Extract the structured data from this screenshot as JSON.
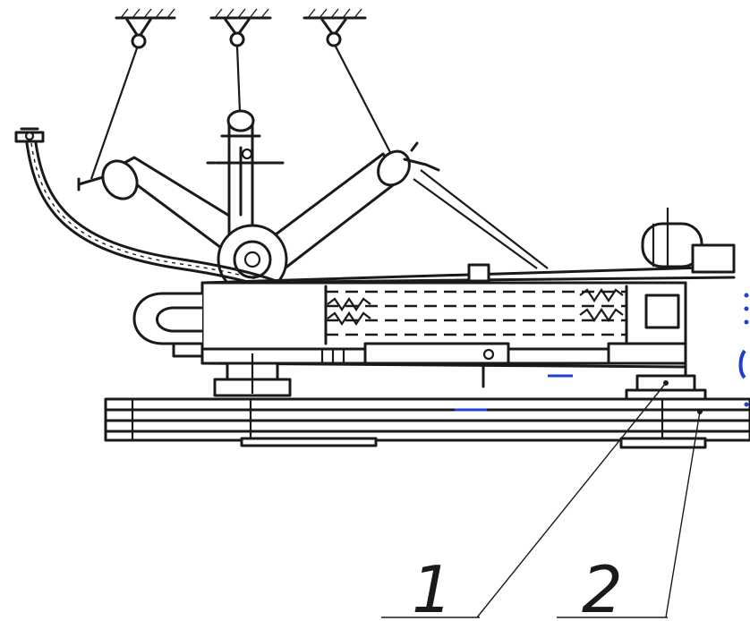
{
  "diagram": {
    "callouts": [
      {
        "id": "1",
        "label": "1"
      },
      {
        "id": "2",
        "label": "2"
      }
    ]
  },
  "colors": {
    "line": "#1a1a1a",
    "accent": "#1f3fd0",
    "background": "#ffffff"
  }
}
